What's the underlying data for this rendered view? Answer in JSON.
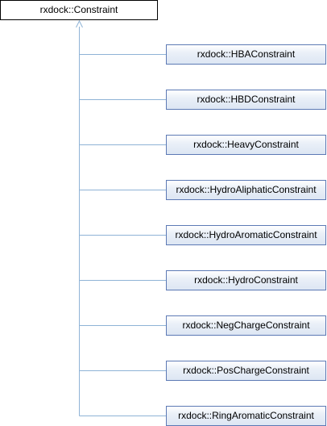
{
  "base_class": "rxdock::Constraint",
  "derived_classes": [
    "rxdock::HBAConstraint",
    "rxdock::HBDConstraint",
    "rxdock::HeavyConstraint",
    "rxdock::HydroAliphaticConstraint",
    "rxdock::HydroAromaticConstraint",
    "rxdock::HydroConstraint",
    "rxdock::NegChargeConstraint",
    "rxdock::PosChargeConstraint",
    "rxdock::RingAromaticConstraint"
  ],
  "colors": {
    "edge": "#8fb3d6",
    "node_border": "#5d7ab5",
    "root_border": "#000000"
  }
}
